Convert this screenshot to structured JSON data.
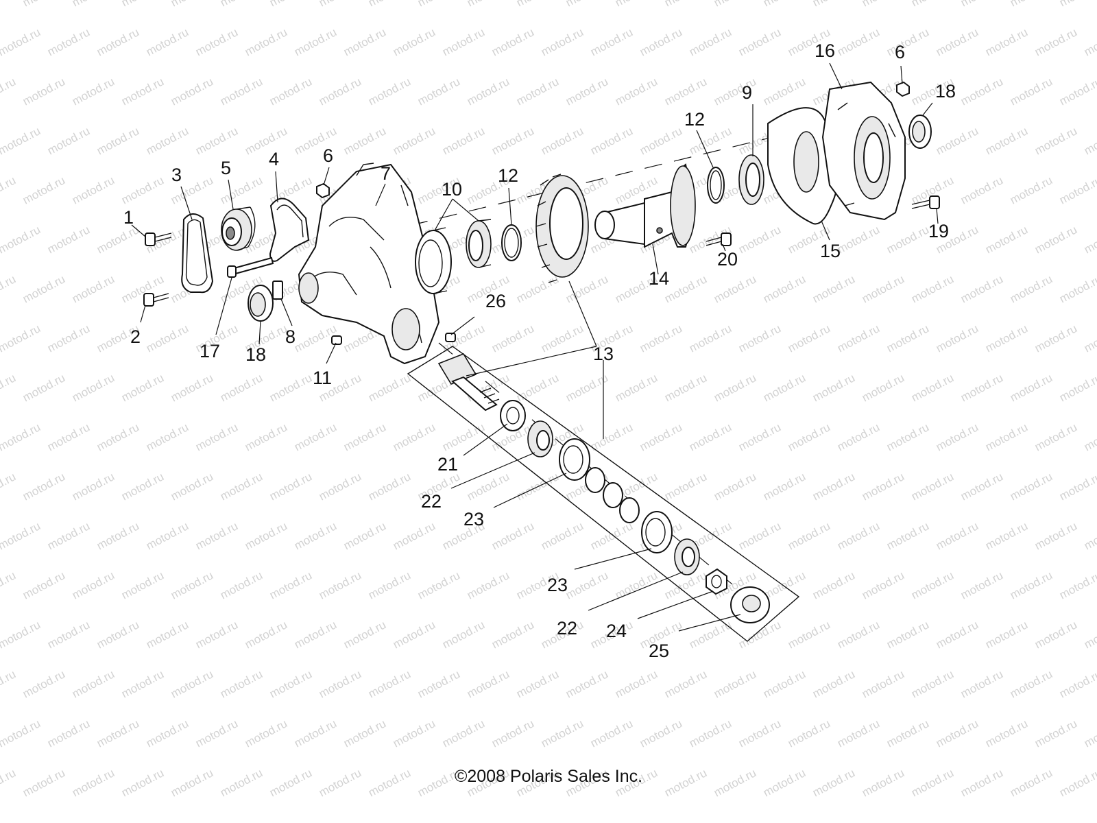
{
  "watermark": "motod.ru",
  "copyright": "©2008 Polaris Sales Inc.",
  "callouts": [
    "1",
    "2",
    "3",
    "4",
    "5",
    "6",
    "6",
    "7",
    "8",
    "9",
    "10",
    "11",
    "12",
    "12",
    "13",
    "14",
    "15",
    "16",
    "17",
    "18",
    "18",
    "19",
    "20",
    "21",
    "22",
    "22",
    "23",
    "23",
    "24",
    "25",
    "26"
  ],
  "colors": {
    "line": "#111111",
    "watermark": "#d2d2d2",
    "background": "#ffffff"
  }
}
